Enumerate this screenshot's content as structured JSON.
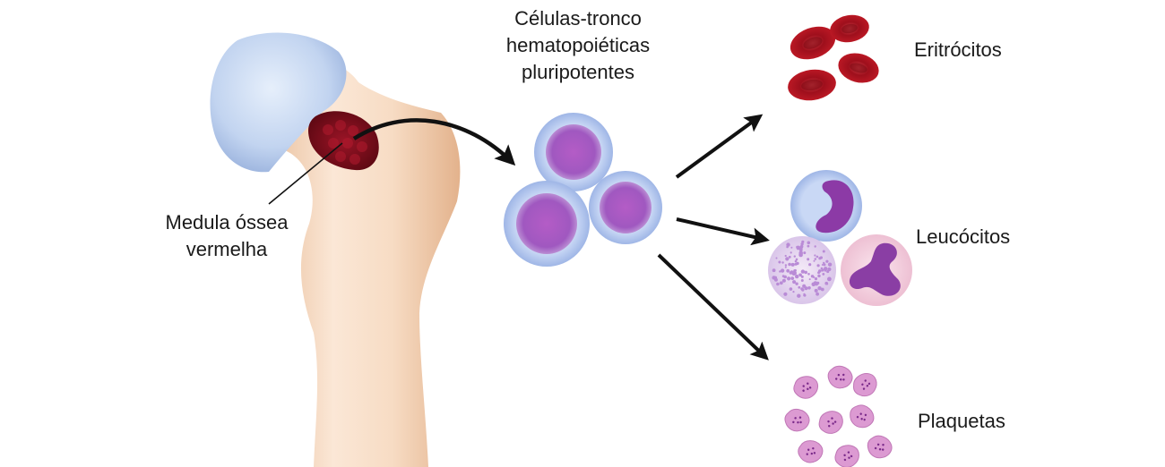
{
  "labels": {
    "marrow": {
      "line1": "Medula óssea",
      "line2": "vermelha"
    },
    "stem_cells": {
      "line1": "Células-tronco",
      "line2": "hematopoiéticas",
      "line3": "pluripotentes"
    },
    "erythrocytes": "Eritrócitos",
    "leukocytes": "Leucócitos",
    "platelets": "Plaquetas"
  },
  "icons": {
    "bone": "femur-bone-icon",
    "marrow": "red-bone-marrow-icon",
    "stem_cell": "stem-cell-icon",
    "erythrocyte": "red-blood-cell-icon",
    "leukocyte": "white-blood-cell-icon",
    "platelet": "platelet-icon",
    "arrow": "arrow-icon"
  },
  "colors": {
    "bone": "#f2d2b6",
    "bone_head": "#b9cfee",
    "marrow": "#7a0d1c",
    "stem_cell_membrane": "#bcd0f2",
    "stem_cell_nucleus": "#a64fb8",
    "erythrocyte": "#b0141f",
    "platelet": "#d98fcf",
    "arrow": "#111111"
  }
}
